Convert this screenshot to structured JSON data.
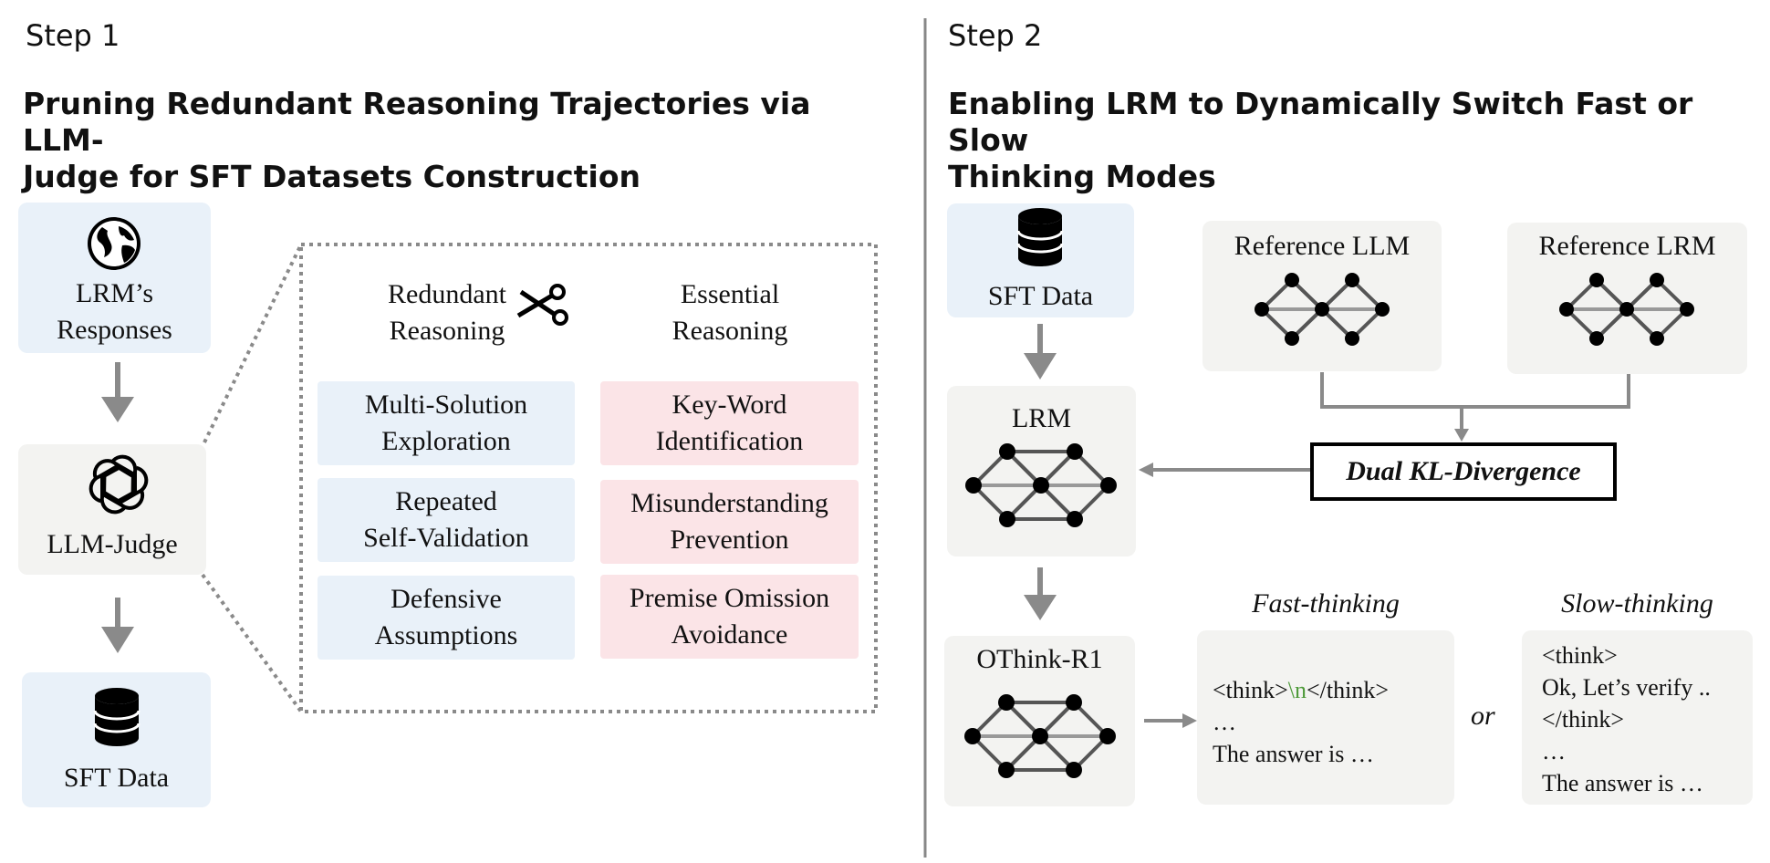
{
  "step1": {
    "step_label": "Step 1",
    "heading_line1": "Pruning Redundant Reasoning Trajectories via LLM-",
    "heading_line2": "Judge for SFT Datasets Construction",
    "responses_line1": "LRM’s",
    "responses_line2": "Responses",
    "judge_label": "LLM-Judge",
    "sft_label": "SFT Data",
    "redundant_header_line1": "Redundant",
    "redundant_header_line2": "Reasoning",
    "essential_header_line1": "Essential",
    "essential_header_line2": "Reasoning",
    "redundant_items": [
      {
        "line1": "Multi-Solution",
        "line2": "Exploration"
      },
      {
        "line1": "Repeated",
        "line2": "Self-Validation"
      },
      {
        "line1": "Defensive",
        "line2": "Assumptions"
      }
    ],
    "essential_items": [
      {
        "line1": "Key-Word",
        "line2": "Identification"
      },
      {
        "line1": "Misunderstanding",
        "line2": "Prevention"
      },
      {
        "line1": "Premise Omission",
        "line2": "Avoidance"
      }
    ]
  },
  "step2": {
    "step_label": "Step 2",
    "heading_line1": "Enabling LRM to Dynamically Switch Fast or Slow",
    "heading_line2": "Thinking Modes",
    "sft_label": "SFT Data",
    "lrm_label": "LRM",
    "ref_llm_label": "Reference LLM",
    "ref_lrm_label": "Reference LRM",
    "kl_label": "Dual KL-Divergence",
    "othink_label": "OThink-R1",
    "fast_title": "Fast-thinking",
    "slow_title": "Slow-thinking",
    "or_label": "or",
    "fast_lines": {
      "open": "<think>",
      "newline": "\\n",
      "close": "</think>",
      "ellipsis": "…",
      "answer": "The answer is …"
    },
    "slow_lines": [
      "<think>",
      "Ok, Let’s verify ..",
      "</think>",
      "…",
      "The answer is …"
    ]
  },
  "colors": {
    "blue_box": "#e9f1f9",
    "pink_box": "#fbe4e7",
    "grey_box": "#f3f3f1",
    "arrow": "#8a8a8a",
    "newline_green": "#4e9a3a",
    "divider": "#888888"
  },
  "icons": [
    "globe-icon",
    "openai-logo-icon",
    "database-icon",
    "scissors-icon",
    "neural-network-icon"
  ]
}
